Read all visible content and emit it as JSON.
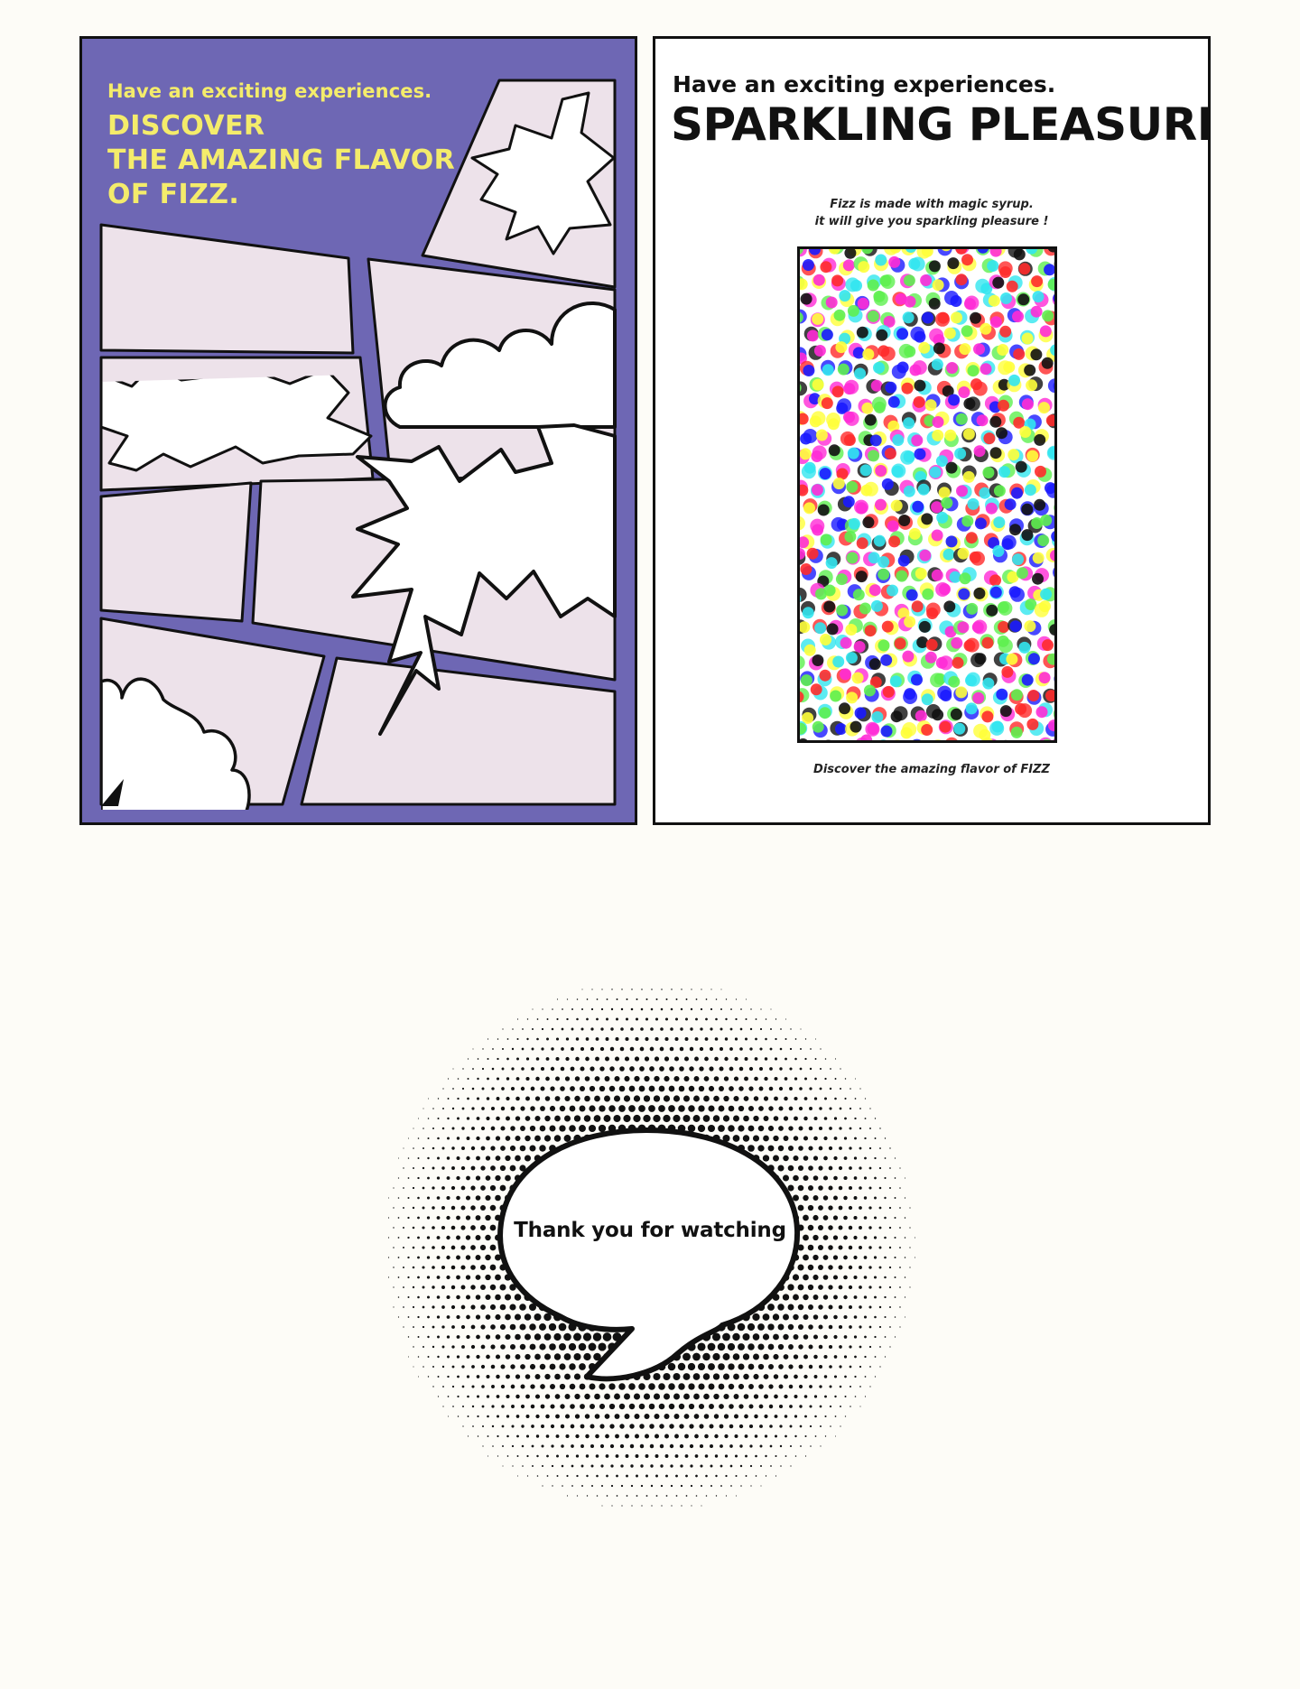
{
  "left_card": {
    "subtitle": "Have an exciting experiences.",
    "title_lines": [
      "DISCOVER",
      "THE AMAZING FLAVOR",
      "OF FIZZ."
    ],
    "colors": {
      "background": "#6e67b4",
      "panel": "#ede2ea",
      "text": "#f4ec6b"
    }
  },
  "right_card": {
    "subtitle": "Have an exciting experiences.",
    "title": "SPARKLING PLEASURE!",
    "body_lines": [
      "Fizz is made with magic syrup.",
      "it will give you sparkling pleasure !"
    ],
    "footer": "Discover the amazing flavor of FIZZ",
    "dot_colors": [
      "#ff2bd6",
      "#ffff3a",
      "#32e6ef",
      "#5ef04f",
      "#ff2b2b",
      "#1a1aff",
      "#111111"
    ]
  },
  "closing": {
    "message": "Thank you for watching"
  },
  "colors": {
    "page_background": "#fdfcf7",
    "ink": "#111111"
  }
}
